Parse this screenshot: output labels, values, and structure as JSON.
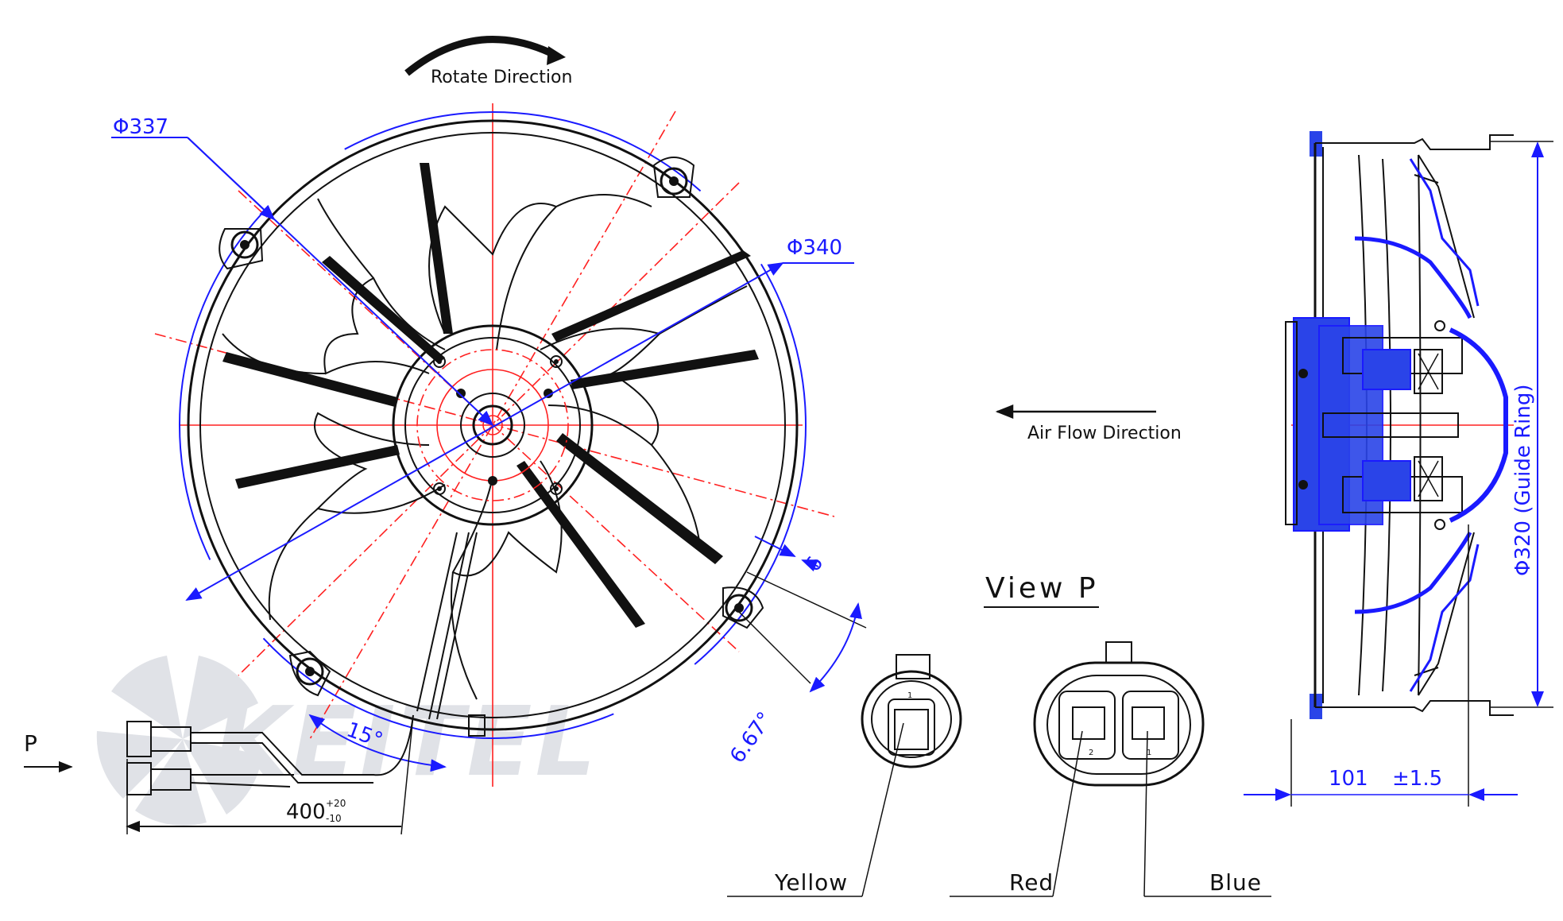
{
  "labels": {
    "rotate_direction": "Rotate Direction",
    "air_flow_direction": "Air Flow Direction",
    "view_p": "View P",
    "p_marker": "P",
    "wire_yellow": "Yellow",
    "wire_red": "Red",
    "wire_blue": "Blue",
    "pin_1": "1",
    "pin_2": "2",
    "pin_1b": "1",
    "watermark": "KEITEL"
  },
  "dimensions": {
    "dia_337": "Φ337",
    "dia_340": "Φ340",
    "dia_320": "Φ320 (Guide Ring)",
    "angle_15": "15°",
    "angle_667": "6.67°",
    "gap_6": "6",
    "cable_length": "400",
    "cable_tol_plus": "+20",
    "cable_tol_minus": "-10",
    "depth": "101",
    "depth_tol": "±1.5"
  },
  "colors": {
    "outline": "#111111",
    "centerline": "#ff2020",
    "dimension": "#1a1aff",
    "motor_section": "#2a44e8",
    "watermark": "#c8ccd4"
  }
}
